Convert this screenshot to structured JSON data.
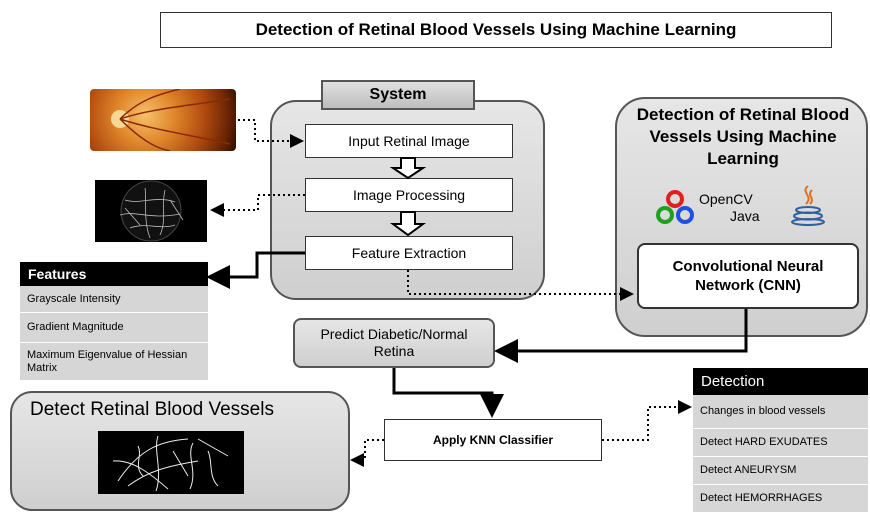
{
  "title": "Detection of Retinal Blood Vessels Using Machine Learning",
  "system": {
    "label": "System",
    "steps": [
      "Input Retinal Image",
      "Image Processing",
      "Feature Extraction"
    ]
  },
  "features": {
    "header": "Features",
    "items": [
      "Grayscale Intensity",
      "Gradient Magnitude",
      "Maximum Eigenvalue of Hessian Matrix"
    ]
  },
  "right_panel": {
    "title": "Detection of Retinal Blood Vessels Using Machine Learning",
    "opencv_label": "OpenCV",
    "java_label": "Java",
    "cnn_label": "Convolutional Neural Network (CNN)"
  },
  "predict": "Predict Diabetic/Normal Retina",
  "knn": "Apply KNN  Classifier",
  "detect_vessels": "Detect Retinal Blood Vessels",
  "detection": {
    "header": "Detection",
    "items": [
      "Changes in blood vessels",
      "Detect HARD EXUDATES",
      "Detect ANEURYSM",
      "Detect HEMORRHAGES"
    ]
  },
  "icons": [
    "opencv-logo-icon",
    "java-logo-icon"
  ]
}
